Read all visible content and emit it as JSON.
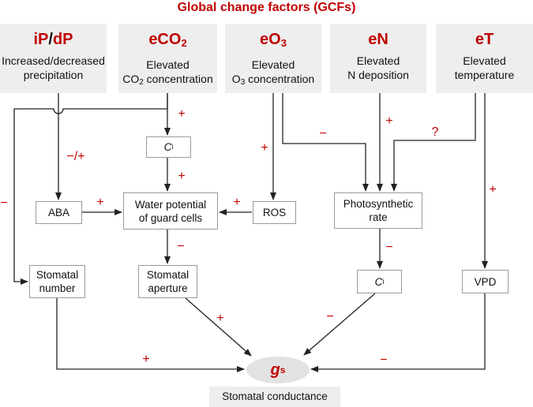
{
  "title": "Global change factors (GCFs)",
  "factors": [
    {
      "code_a": "iP",
      "sep": "/",
      "code_b": "dP",
      "line1": "Increased/decreased",
      "line2": "precipitation"
    },
    {
      "code": "eCO",
      "code_sub": "2",
      "line1": "Elevated",
      "line2_pre": "CO",
      "line2_sub": "2",
      "line2_post": " concentration"
    },
    {
      "code": "eO",
      "code_sub": "3",
      "line1": "Elevated",
      "line2_pre": "O",
      "line2_sub": "3",
      "line2_post": " concentration"
    },
    {
      "code": "eN",
      "line1": "Elevated",
      "line2": "N deposition"
    },
    {
      "code": "eT",
      "line1": "Elevated",
      "line2": "temperature"
    }
  ],
  "nodes": {
    "ci_top": {
      "main": "C",
      "sub": "i"
    },
    "aba": "ABA",
    "water_potential": {
      "line1": "Water potential",
      "line2": "of guard cells"
    },
    "ros": "ROS",
    "photosynthetic_rate": {
      "line1": "Photosynthetic",
      "line2": "rate"
    },
    "stomatal_number": {
      "line1": "Stomatal",
      "line2": "number"
    },
    "stomatal_aperture": {
      "line1": "Stomatal",
      "line2": "aperture"
    },
    "ci_bottom": {
      "main": "C",
      "sub": "i"
    },
    "vpd": "VPD",
    "gs": {
      "main": "g",
      "sub": "s"
    }
  },
  "stomatal_conductance_label": "Stomatal conductance",
  "signs": {
    "eco2_to_ci": "+",
    "ci_to_wp": "+",
    "ip_to_aba": "−/+",
    "aba_to_wp": "+",
    "eo3_to_ros": "+",
    "ros_to_wp": "+",
    "eo3_to_ps": "−",
    "en_to_ps": "+",
    "et_to_ps": "?",
    "ip_to_number": "−",
    "wp_to_aperture": "−",
    "ps_to_ci": "−",
    "et_to_vpd": "+",
    "aperture_to_gs": "+",
    "ci_to_gs": "−",
    "number_to_gs": "+",
    "vpd_to_gs": "−"
  },
  "colors": {
    "accent": "#c00000",
    "factor_bg": "#eeeeee",
    "node_border": "#9a9a9a",
    "line": "#222222"
  }
}
